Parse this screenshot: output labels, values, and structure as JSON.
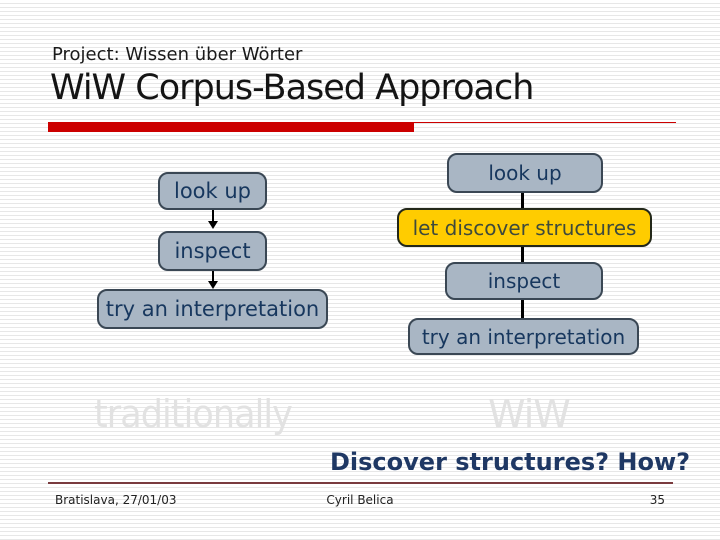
{
  "slide": {
    "kicker": "Project: Wissen über Wörter",
    "title": "WiW Corpus-Based Approach"
  },
  "diagram": {
    "left_flow": {
      "watermark": "traditionally",
      "steps": [
        "look up",
        "inspect",
        "try an interpretation"
      ]
    },
    "right_flow": {
      "watermark": "WiW",
      "steps": [
        "look up",
        "let discover structures",
        "inspect",
        "try an interpretation"
      ],
      "highlighted_step": "let discover structures"
    }
  },
  "question": "Discover structures? How?",
  "footer": {
    "location_date": "Bratislava, 27/01/03",
    "author": "Cyril Belica",
    "page_number": "35"
  },
  "colors": {
    "accent_red": "#cc0000",
    "box_fill": "#a9b6c4",
    "box_text": "#17375e",
    "highlight_fill": "#ffcc00",
    "highlight_text": "#3e4a3c",
    "question_text": "#1f3864",
    "footer_line": "#7a3b3e",
    "watermark_gray": "#e2e2e2"
  }
}
